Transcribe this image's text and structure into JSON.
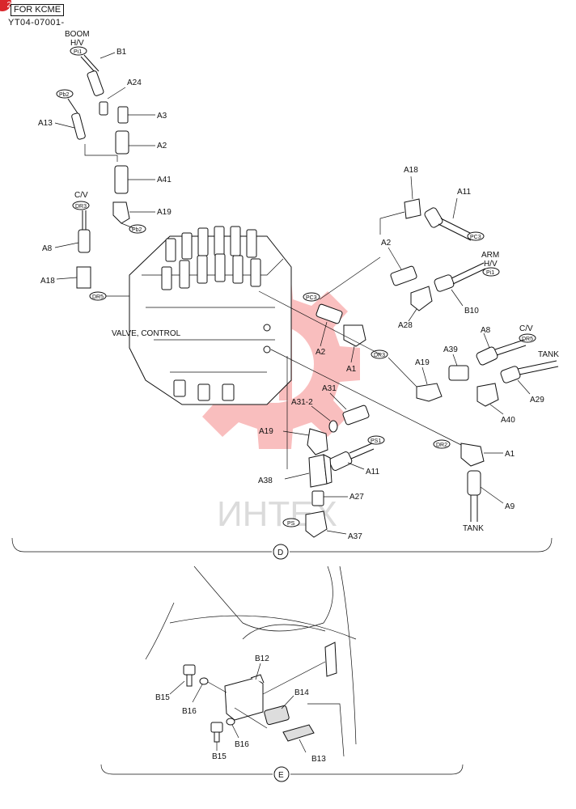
{
  "header": {
    "badge": "2",
    "variant_box": "FOR KCME",
    "serial": "YT04-07001-"
  },
  "watermark": {
    "text": "ИНТЕХ",
    "color": "#f04848"
  },
  "section_d": {
    "marker": "D",
    "main_label": "VALVE, CONTROL",
    "groups": {
      "boom_hv": [
        "BOOM",
        "H/V"
      ],
      "arm_hv": [
        "ARM",
        "H/V"
      ],
      "cv_left": "C/V",
      "cv_right": "C/V",
      "tank_right": "TANK",
      "tank_bottom": "TANK"
    },
    "port_tags": {
      "pi1_left": "Pi1",
      "pb2_a": "Pb2",
      "pb2_b": "Pb2",
      "dr3_left": "DR3",
      "dr5_left": "DR5",
      "pc3_top": "PC3",
      "pc3_mid": "PC3",
      "pi1_right": "Pi1",
      "dr3_mid": "DR3",
      "dr5_right": "DR5",
      "ps1": "PS1",
      "dr2": "DR2",
      "ps": "PS"
    },
    "part_labels": {
      "b1": "B1",
      "a24": "A24",
      "a3": "A3",
      "a13": "A13",
      "a2_left": "A2",
      "a41": "A41",
      "a19_left": "A19",
      "a8_left": "A8",
      "a18_left": "A18",
      "a18_top": "A18",
      "a11_top": "A11",
      "a2_right": "A2",
      "a28": "A28",
      "b10": "B10",
      "a2_mid": "A2",
      "a1_mid": "A1",
      "a19_right": "A19",
      "a39": "A39",
      "a8_right": "A8",
      "a29": "A29",
      "a40": "A40",
      "a31": "A31",
      "a31_2": "A31-2",
      "a19_low": "A19",
      "a11_low": "A11",
      "a1_right": "A1",
      "a38": "A38",
      "a27": "A27",
      "a9": "A9",
      "a37": "A37"
    }
  },
  "section_e": {
    "marker": "E",
    "part_labels": {
      "b12": "B12",
      "b14": "B14",
      "b15_top": "B15",
      "b16_top": "B16",
      "b15_bottom": "B15",
      "b16_bottom": "B16",
      "b13": "B13"
    }
  }
}
